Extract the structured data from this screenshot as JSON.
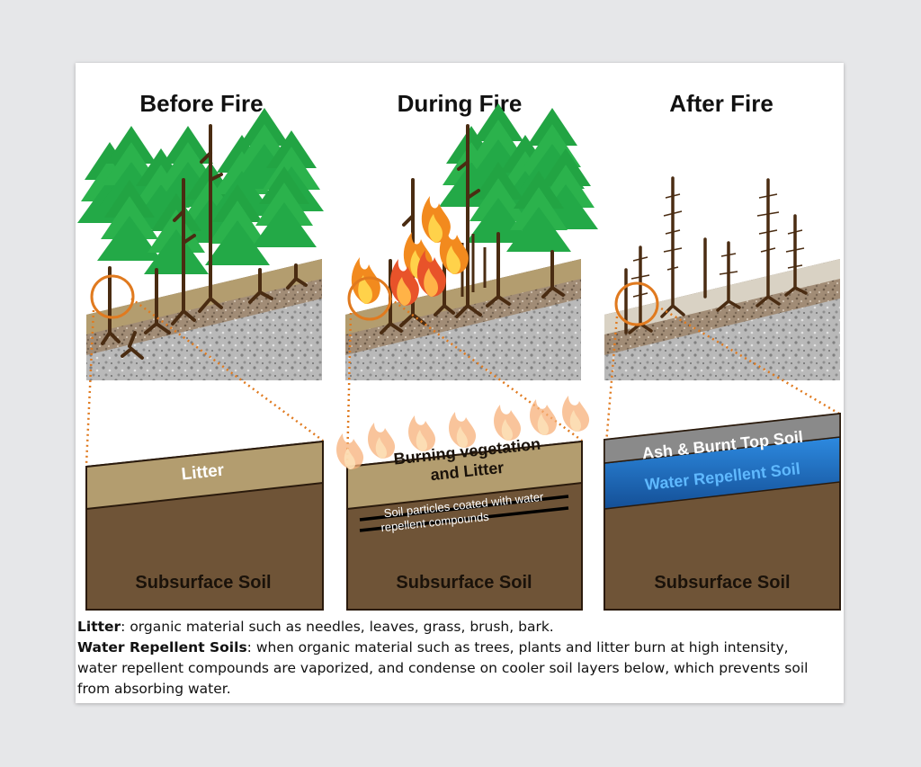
{
  "panels": [
    {
      "title": "Before Fire",
      "layers": [
        "Litter",
        "Subsurface Soil"
      ]
    },
    {
      "title": "During Fire",
      "layers": [
        "Burning vegetation",
        "and Litter",
        "Soil particles coated with water",
        "repellent compounds",
        "Subsurface Soil"
      ]
    },
    {
      "title": "After Fire",
      "layers": [
        "Ash & Burnt Top Soil",
        "Water Repellent Soil",
        "Subsurface Soil"
      ]
    }
  ],
  "caption": {
    "litter_term": "Litter",
    "litter_def": ": organic material such as needles, leaves, grass, brush, bark.",
    "wrs_term": "Water Repellent Soils",
    "wrs_def": ": when organic material such as trees, plants and litter burn at high intensity, water repellent compounds are vaporized, and condense on cooler soil layers below, which prevents soil from absorbing water."
  },
  "colors": {
    "tree_green": "#2bb24c",
    "trunk": "#4a2c12",
    "litter_tan": "#b39d6f",
    "subsoil_brown": "#6f5437",
    "gravel_grey": "#b8b8b8",
    "ash_grey": "#8a8a8a",
    "water_repellent_blue": "#1f6ab2",
    "callout_orange": "#e07a1f",
    "flame_orange": "#f28a1e"
  }
}
